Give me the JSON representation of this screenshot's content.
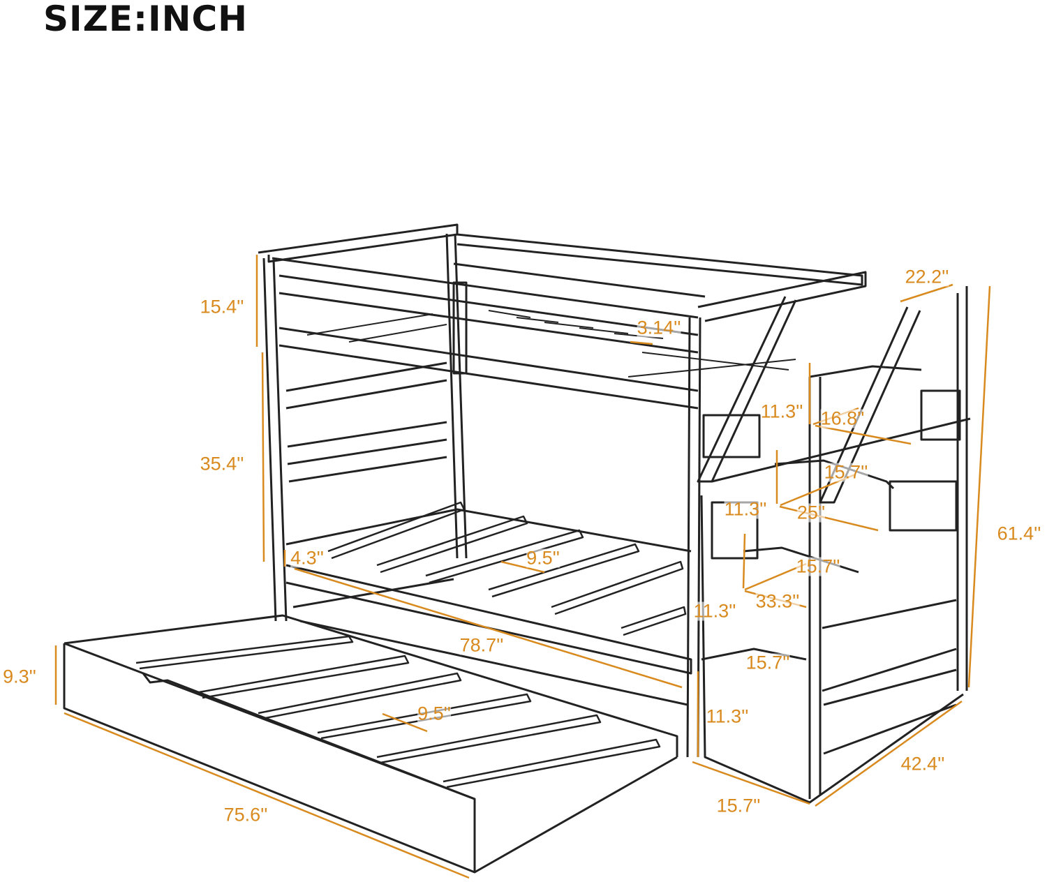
{
  "title": "SIZE:INCH",
  "colors": {
    "dimension": "#d98a1e",
    "outline": "#222222"
  },
  "dimensions": {
    "guardrail_height": "15.4''",
    "bunk_clearance": "35.4''",
    "lower_rail_height": "4.3''",
    "upper_slat_gap_lower_bunk": "9.5''",
    "bed_length": "78.7''",
    "trundle_height": "9.3''",
    "trundle_slat_gap": "9.5''",
    "trundle_length": "75.6''",
    "top_slat_gap": "3.14''",
    "top_stair_width": "22.2''",
    "stair4_rise": "11.3''",
    "stair4_width": "16.8''",
    "stair4_depth": "15.7''",
    "stair3_rise": "11.3''",
    "stair3_width": "25''",
    "stair3_depth": "15.7''",
    "stair2_rise": "11.3''",
    "stair2_width": "33.3''",
    "stair2_depth": "15.7''",
    "stair1_rise": "11.3''",
    "stair1_depth": "15.7''",
    "overall_width": "42.4''",
    "overall_height": "61.4''"
  }
}
